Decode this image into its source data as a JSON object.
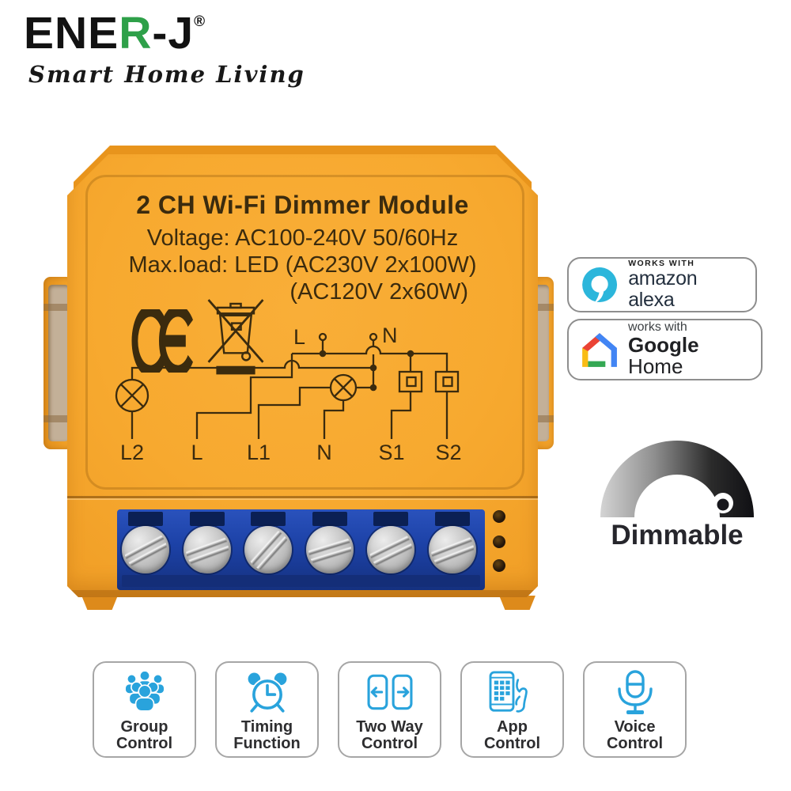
{
  "logo": {
    "part1": "ENE",
    "part2": "R",
    "part3": "-J",
    "reg": "®",
    "tagline": "Smart Home Living"
  },
  "device": {
    "title": "2 CH Wi-Fi Dimmer Module",
    "voltage_line": "Voltage: AC100-240V 50/60Hz",
    "maxload_line1": "Max.load: LED (AC230V 2x100W)",
    "maxload_line2": "(AC120V 2x60W)",
    "certification": "CE",
    "wiring": {
      "top_terminals": [
        "L",
        "N"
      ],
      "bottom_terminals": [
        "L2",
        "L",
        "L1",
        "N",
        "S1",
        "S2"
      ]
    }
  },
  "badges": {
    "alexa": {
      "works_with": "WORKS WITH",
      "brand": "amazon alexa"
    },
    "google": {
      "works_with": "works with",
      "brand_bold": "Google",
      "brand_rest": " Home"
    }
  },
  "dimmable_label": "Dimmable",
  "features": [
    {
      "icon": "group-icon",
      "line1": "Group",
      "line2": "Control"
    },
    {
      "icon": "alarm-clock-icon",
      "line1": "Timing",
      "line2": "Function"
    },
    {
      "icon": "two-way-icon",
      "line1": "Two Way",
      "line2": "Control"
    },
    {
      "icon": "app-icon",
      "line1": "App",
      "line2": "Control"
    },
    {
      "icon": "voice-icon",
      "line1": "Voice",
      "line2": "Control"
    }
  ],
  "colors": {
    "body_orange": "#F7A92F",
    "body_orange_dark": "#E8941C",
    "body_orange_deep": "#DD8A1B",
    "device_text": "#3B2B0E",
    "terminal_blue": "#1D41A5",
    "terminal_blue_dark": "#142E78",
    "terminal_slot": "#0B2054",
    "icon_blue": "#29A3DC",
    "alexa_cyan": "#2CB6DB",
    "google_red": "#EA4335",
    "google_blue": "#4285F4",
    "google_yellow": "#F9BC15",
    "google_green": "#34A853",
    "logo_green": "#2EA049",
    "label_dark": "#2D2D2F",
    "badge_border": "#8E8E8E",
    "card_border": "#A6A6A6"
  }
}
